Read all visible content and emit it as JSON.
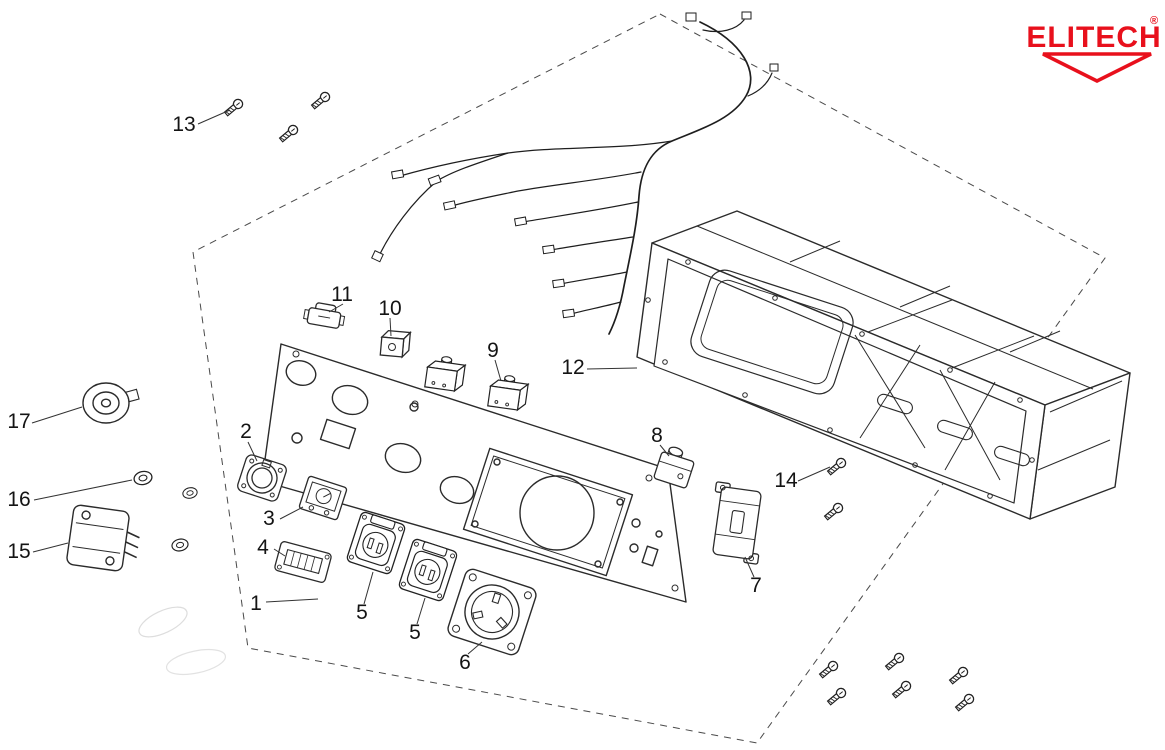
{
  "brand": {
    "name": "ELITECH",
    "registered_mark": "®",
    "color": "#e8101c"
  },
  "callouts": {
    "c1": "1",
    "c2": "2",
    "c3": "3",
    "c4": "4",
    "c5a": "5",
    "c5b": "5",
    "c6": "6",
    "c7": "7",
    "c8": "8",
    "c9": "9",
    "c10": "10",
    "c11": "11",
    "c12": "12",
    "c13": "13",
    "c14": "14",
    "c15": "15",
    "c16": "16",
    "c17": "17"
  }
}
